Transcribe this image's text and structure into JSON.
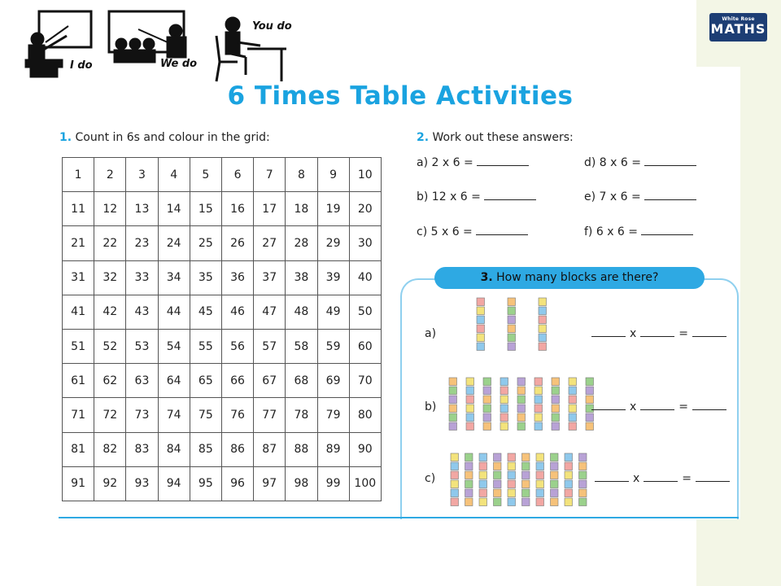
{
  "logo": {
    "line1": "White Rose",
    "line2": "MATHS"
  },
  "pictograms": {
    "i_do": "I do",
    "we_do": "We do",
    "you_do": "You do"
  },
  "title": "6 Times Table Activities",
  "q1": {
    "number": "1.",
    "text": "Count in 6s and colour in the grid:"
  },
  "grid_rows": [
    [
      "1",
      "2",
      "3",
      "4",
      "5",
      "6",
      "7",
      "8",
      "9",
      "10"
    ],
    [
      "11",
      "12",
      "13",
      "14",
      "15",
      "16",
      "17",
      "18",
      "19",
      "20"
    ],
    [
      "21",
      "22",
      "23",
      "24",
      "25",
      "26",
      "27",
      "28",
      "29",
      "30"
    ],
    [
      "31",
      "32",
      "33",
      "34",
      "35",
      "36",
      "37",
      "38",
      "39",
      "40"
    ],
    [
      "41",
      "42",
      "43",
      "44",
      "45",
      "46",
      "47",
      "48",
      "49",
      "50"
    ],
    [
      "51",
      "52",
      "53",
      "54",
      "55",
      "56",
      "57",
      "58",
      "59",
      "60"
    ],
    [
      "61",
      "62",
      "63",
      "64",
      "65",
      "66",
      "67",
      "68",
      "69",
      "70"
    ],
    [
      "71",
      "72",
      "73",
      "74",
      "75",
      "76",
      "77",
      "78",
      "79",
      "80"
    ],
    [
      "81",
      "82",
      "83",
      "84",
      "85",
      "86",
      "87",
      "88",
      "89",
      "90"
    ],
    [
      "91",
      "92",
      "93",
      "94",
      "95",
      "96",
      "97",
      "98",
      "99",
      "100"
    ]
  ],
  "q2": {
    "number": "2.",
    "text": "Work out these answers:",
    "items": [
      "a) 2 x 6 =",
      "b) 12 x 6 =",
      "c) 5 x 6 =",
      "d) 8 x 6 =",
      "e) 7 x 6 =",
      "f) 6 x 6 ="
    ]
  },
  "q3": {
    "number": "3.",
    "text": "How many blocks are there?",
    "rows": [
      {
        "label": "a)",
        "towers": 3
      },
      {
        "label": "b)",
        "towers": 9
      },
      {
        "label": "c)",
        "towers": 10
      }
    ],
    "times": "x",
    "equals": "="
  },
  "colors": {
    "accent": "#1aa3e0",
    "cube_colors": [
      "#f2a7a3",
      "#f6c27a",
      "#f3e37c",
      "#9bd18c",
      "#8fc9ec",
      "#b8a2d6"
    ]
  }
}
